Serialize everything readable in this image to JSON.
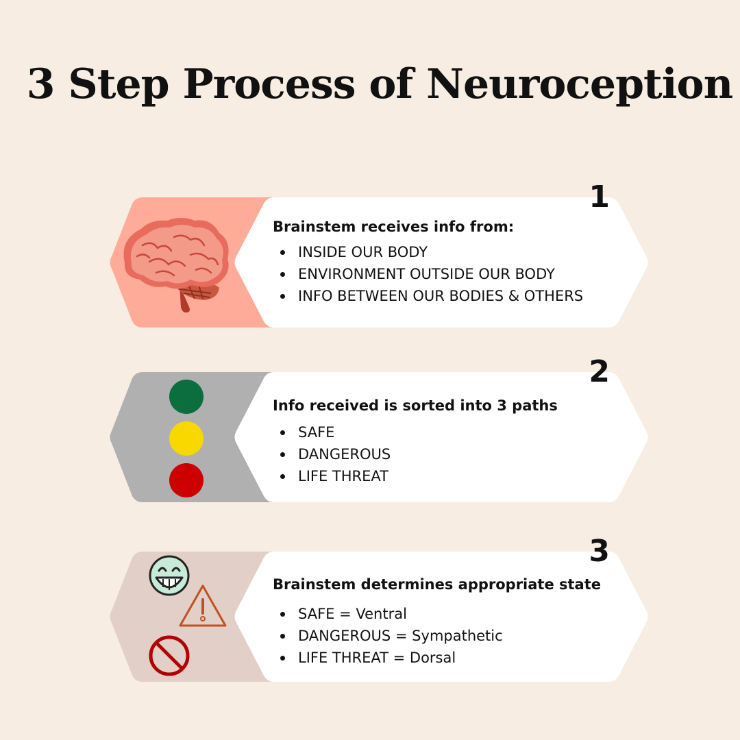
{
  "title": "3 Step Process of Neuroception",
  "colors": {
    "background": "#f8ede3",
    "step1_panel": "#feab99",
    "step2_panel": "#b0b0b0",
    "step3_panel": "#e2cfc7",
    "card": "#ffffff",
    "light_green": "#0b6e3f",
    "light_yellow": "#f9d800",
    "light_red": "#cc0000"
  },
  "steps": [
    {
      "number": "1",
      "icon": "brain-icon",
      "heading": "Brainstem receives info from:",
      "items": [
        "INSIDE OUR BODY",
        "ENVIRONMENT OUTSIDE OUR BODY",
        "INFO BETWEEN OUR BODIES & OTHERS"
      ]
    },
    {
      "number": "2",
      "icon": "traffic-light-icon",
      "heading": "Info received is sorted into 3 paths",
      "items": [
        "SAFE",
        "DANGEROUS",
        "LIFE THREAT"
      ]
    },
    {
      "number": "3",
      "icon": "state-icons",
      "heading": "Brainstem determines appropriate state",
      "items": [
        "SAFE = Ventral",
        "DANGEROUS = Sympathetic",
        "LIFE THREAT = Dorsal"
      ]
    }
  ]
}
